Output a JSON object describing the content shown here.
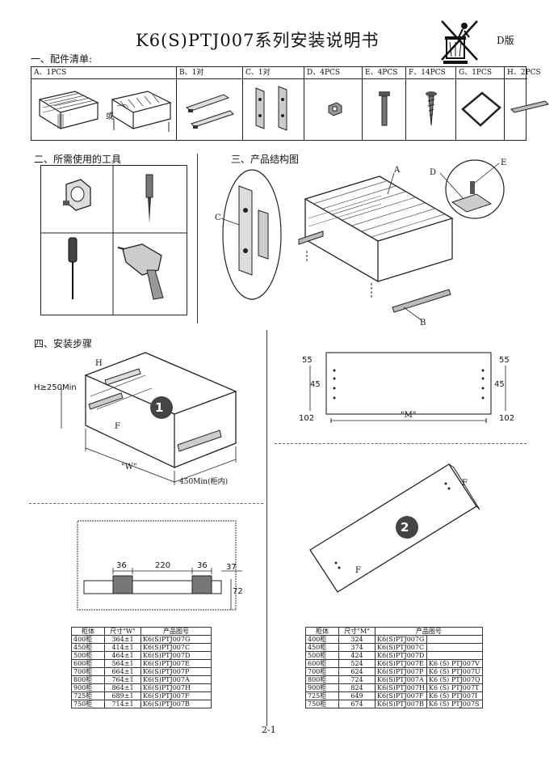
{
  "header": {
    "title": "K6(S)PTJ007系列安装说明书",
    "version": "D版"
  },
  "sections": {
    "parts": "一、配件清单:",
    "tools": "二、所需使用的工具",
    "structure": "三、产品结构图",
    "steps": "四、安装步骤"
  },
  "parts": [
    {
      "label": "A、1PCS",
      "alt": "或"
    },
    {
      "label": "B、1对"
    },
    {
      "label": "C、1对"
    },
    {
      "label": "D、4PCS"
    },
    {
      "label": "E、4PCS"
    },
    {
      "label": "F、14PCS"
    },
    {
      "label": "G、1PCS"
    },
    {
      "label": "H、2PCS"
    }
  ],
  "structure_labels": {
    "a": "A",
    "b": "B",
    "c": "C",
    "d": "D",
    "e": "E"
  },
  "step1": {
    "h_label": "H",
    "f_label": "F",
    "height_label": "H≥250Min",
    "width_label": "\"W\"",
    "depth_label": "450Min(柜内)",
    "step_num": "1"
  },
  "drawer_dims": {
    "d55_left": "55",
    "d55_right": "55",
    "d45_left": "45",
    "d45_right": "45",
    "d102_left": "102",
    "d102_right": "102",
    "m_label": "\"M\""
  },
  "step2": {
    "step_num": "2",
    "f_top": "F",
    "f_bottom": "F"
  },
  "rail_dims": {
    "d36a": "36",
    "d220": "220",
    "d36b": "36",
    "d37": "37",
    "d72": "72"
  },
  "table_left": {
    "headers": [
      "柜体",
      "尺寸\"W\"",
      "产品图号"
    ],
    "rows": [
      [
        "400柜",
        "364±1",
        "K6(S)PTJ007G"
      ],
      [
        "450柜",
        "414±1",
        "K6(S)PTJ007C"
      ],
      [
        "500柜",
        "464±1",
        "K6(S)PTJ007D"
      ],
      [
        "600柜",
        "564±1",
        "K6(S)PTJ007E"
      ],
      [
        "700柜",
        "664±1",
        "K6(S)PTJ007P"
      ],
      [
        "800柜",
        "764±1",
        "K6(S)PTJ007A"
      ],
      [
        "900柜",
        "864±1",
        "K6(S)PTJ007H"
      ],
      [
        "725柜",
        "689±1",
        "K6(S)PTJ007F"
      ],
      [
        "750柜",
        "714±1",
        "K6(S)PTJ007B"
      ]
    ]
  },
  "table_right": {
    "headers": [
      "柜体",
      "尺寸\"M\"",
      "产品图号"
    ],
    "rows": [
      [
        "400柜",
        "324",
        "K6(S)PTJ007G",
        ""
      ],
      [
        "450柜",
        "374",
        "K6(S)PTJ007C",
        ""
      ],
      [
        "500柜",
        "424",
        "K6(S)PTJ007D",
        ""
      ],
      [
        "600柜",
        "524",
        "K6(S)PTJ007E",
        "K6 (S) PTJ007V"
      ],
      [
        "700柜",
        "624",
        "K6(S)PTJ007P",
        "K6 (S) PTJ007U"
      ],
      [
        "800柜",
        "724",
        "K6(S)PTJ007A",
        "K6 (S) PTJ007Q"
      ],
      [
        "900柜",
        "824",
        "K6(S)PTJ007H",
        "K6 (S) PTJ007T"
      ],
      [
        "725柜",
        "649",
        "K6(S)PTJ007F",
        "K6 (S) PTJ007I"
      ],
      [
        "750柜",
        "674",
        "K6(S)PTJ007B",
        "K6 (S) PTJ007S"
      ]
    ]
  },
  "footer": {
    "page": "2-1"
  }
}
